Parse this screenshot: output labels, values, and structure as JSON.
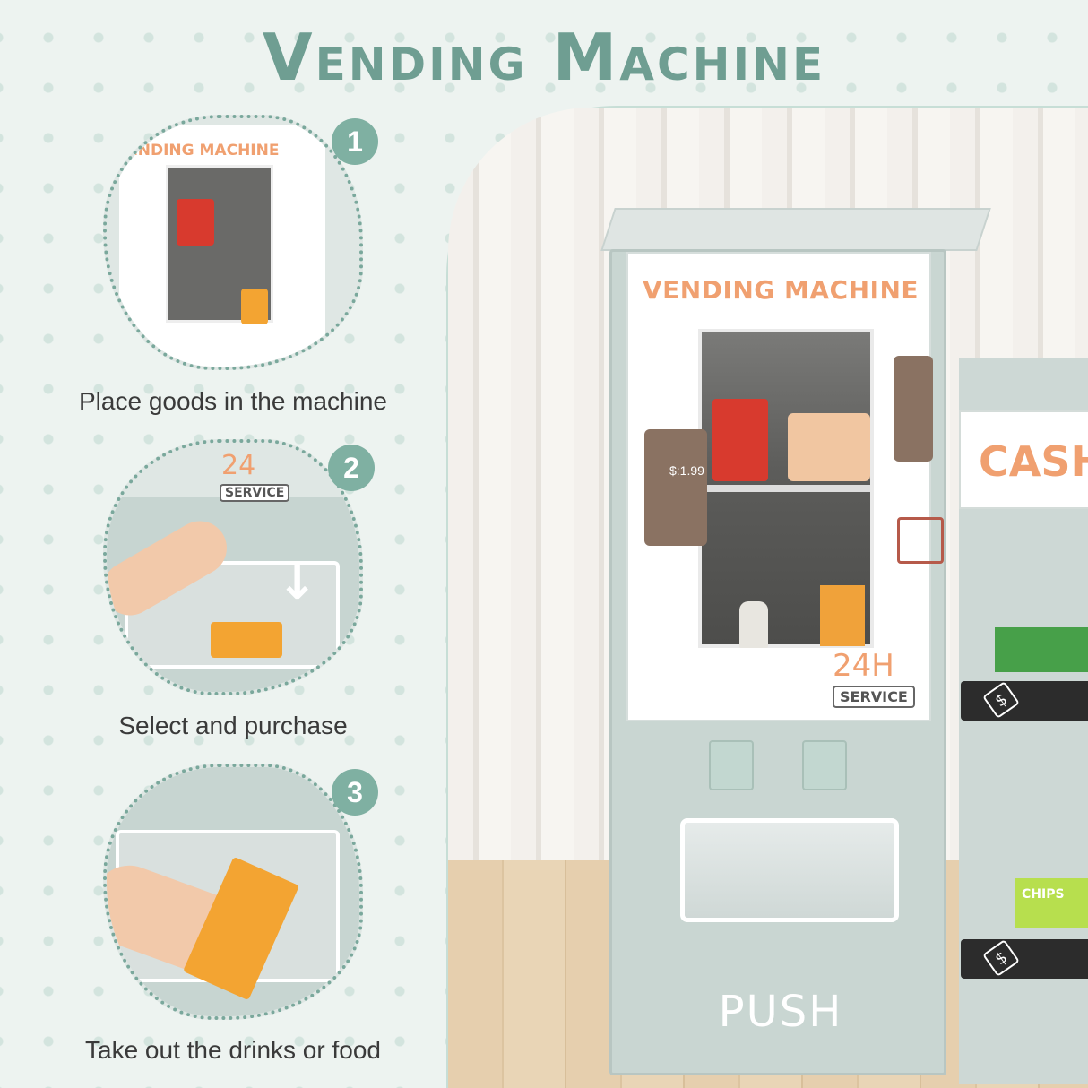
{
  "title": "Vending Machine",
  "steps": [
    {
      "number": "1",
      "caption": "Place goods in the machine",
      "machine_label": "VENDING MACHINE"
    },
    {
      "number": "2",
      "caption": "Select and purchase",
      "service_hours": "24",
      "service_label": "SERVICE"
    },
    {
      "number": "3",
      "caption": "Take out the drinks or food"
    }
  ],
  "machine": {
    "label": "VENDING MACHINE",
    "price": "$:1.99",
    "service_hours": "24H",
    "service_label": "SERVICE",
    "push_label": "PUSH"
  },
  "cashier": {
    "sign": "CASH",
    "chips_label": "CHIPS",
    "price_icon": "$"
  },
  "colors": {
    "accent": "#6f9e92",
    "badge": "#7fb0a2",
    "orange": "#f0a070"
  }
}
